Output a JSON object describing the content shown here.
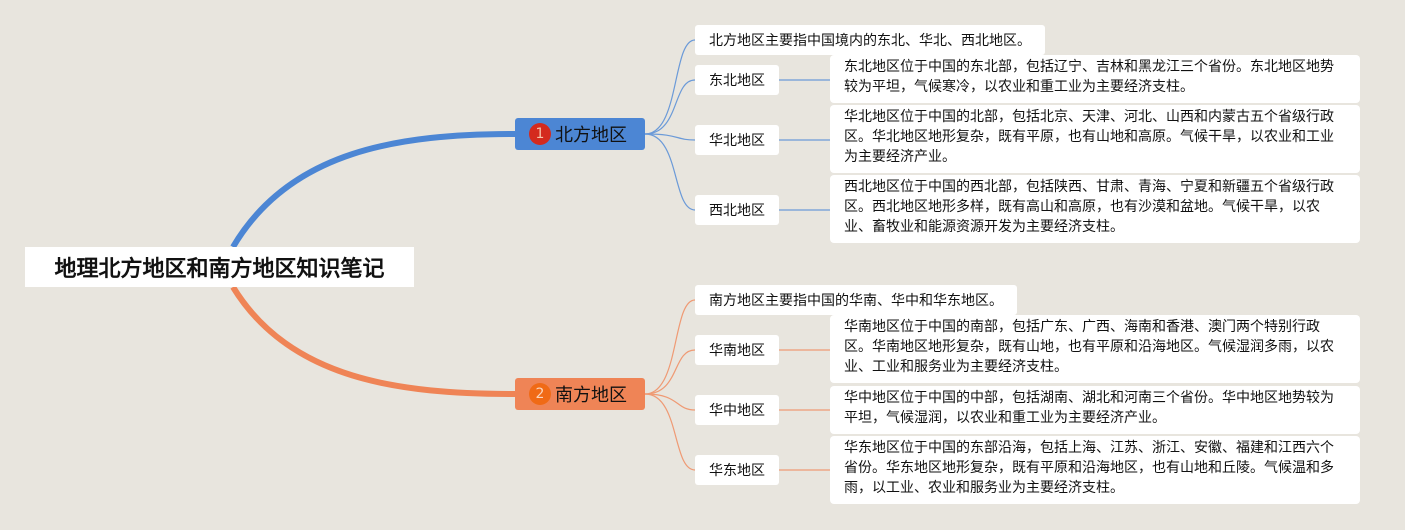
{
  "mindmap": {
    "root": "地理北方地区和南方地区知识笔记",
    "branches": [
      {
        "index": "1",
        "label": "北方地区",
        "color": "#4c86d4",
        "summary": "北方地区主要指中国境内的东北、华北、西北地区。",
        "regions": [
          {
            "name": "东北地区",
            "desc": "东北地区位于中国的东北部，包括辽宁、吉林和黑龙江三个省份。东北地区地势较为平坦，气候寒冷，以农业和重工业为主要经济支柱。"
          },
          {
            "name": "华北地区",
            "desc": "华北地区位于中国的北部，包括北京、天津、河北、山西和内蒙古五个省级行政区。华北地区地形复杂，既有平原，也有山地和高原。气候干旱，以农业和工业为主要经济产业。"
          },
          {
            "name": "西北地区",
            "desc": "西北地区位于中国的西北部，包括陕西、甘肃、青海、宁夏和新疆五个省级行政区。西北地区地形多样，既有高山和高原，也有沙漠和盆地。气候干旱，以农业、畜牧业和能源资源开发为主要经济支柱。"
          }
        ]
      },
      {
        "index": "2",
        "label": "南方地区",
        "color": "#ef8456",
        "summary": "南方地区主要指中国的华南、华中和华东地区。",
        "regions": [
          {
            "name": "华南地区",
            "desc": "华南地区位于中国的南部，包括广东、广西、海南和香港、澳门两个特别行政区。华南地区地形复杂，既有山地，也有平原和沿海地区。气候湿润多雨，以农业、工业和服务业为主要经济支柱。"
          },
          {
            "name": "华中地区",
            "desc": "华中地区位于中国的中部，包括湖南、湖北和河南三个省份。华中地区地势较为平坦，气候湿润，以农业和重工业为主要经济产业。"
          },
          {
            "name": "华东地区",
            "desc": "华东地区位于中国的东部沿海，包括上海、江苏、浙江、安徽、福建和江西六个省份。华东地区地形复杂，既有平原和沿海地区，也有山地和丘陵。气候温和多雨，以工业、农业和服务业为主要经济支柱。"
          }
        ]
      }
    ]
  }
}
